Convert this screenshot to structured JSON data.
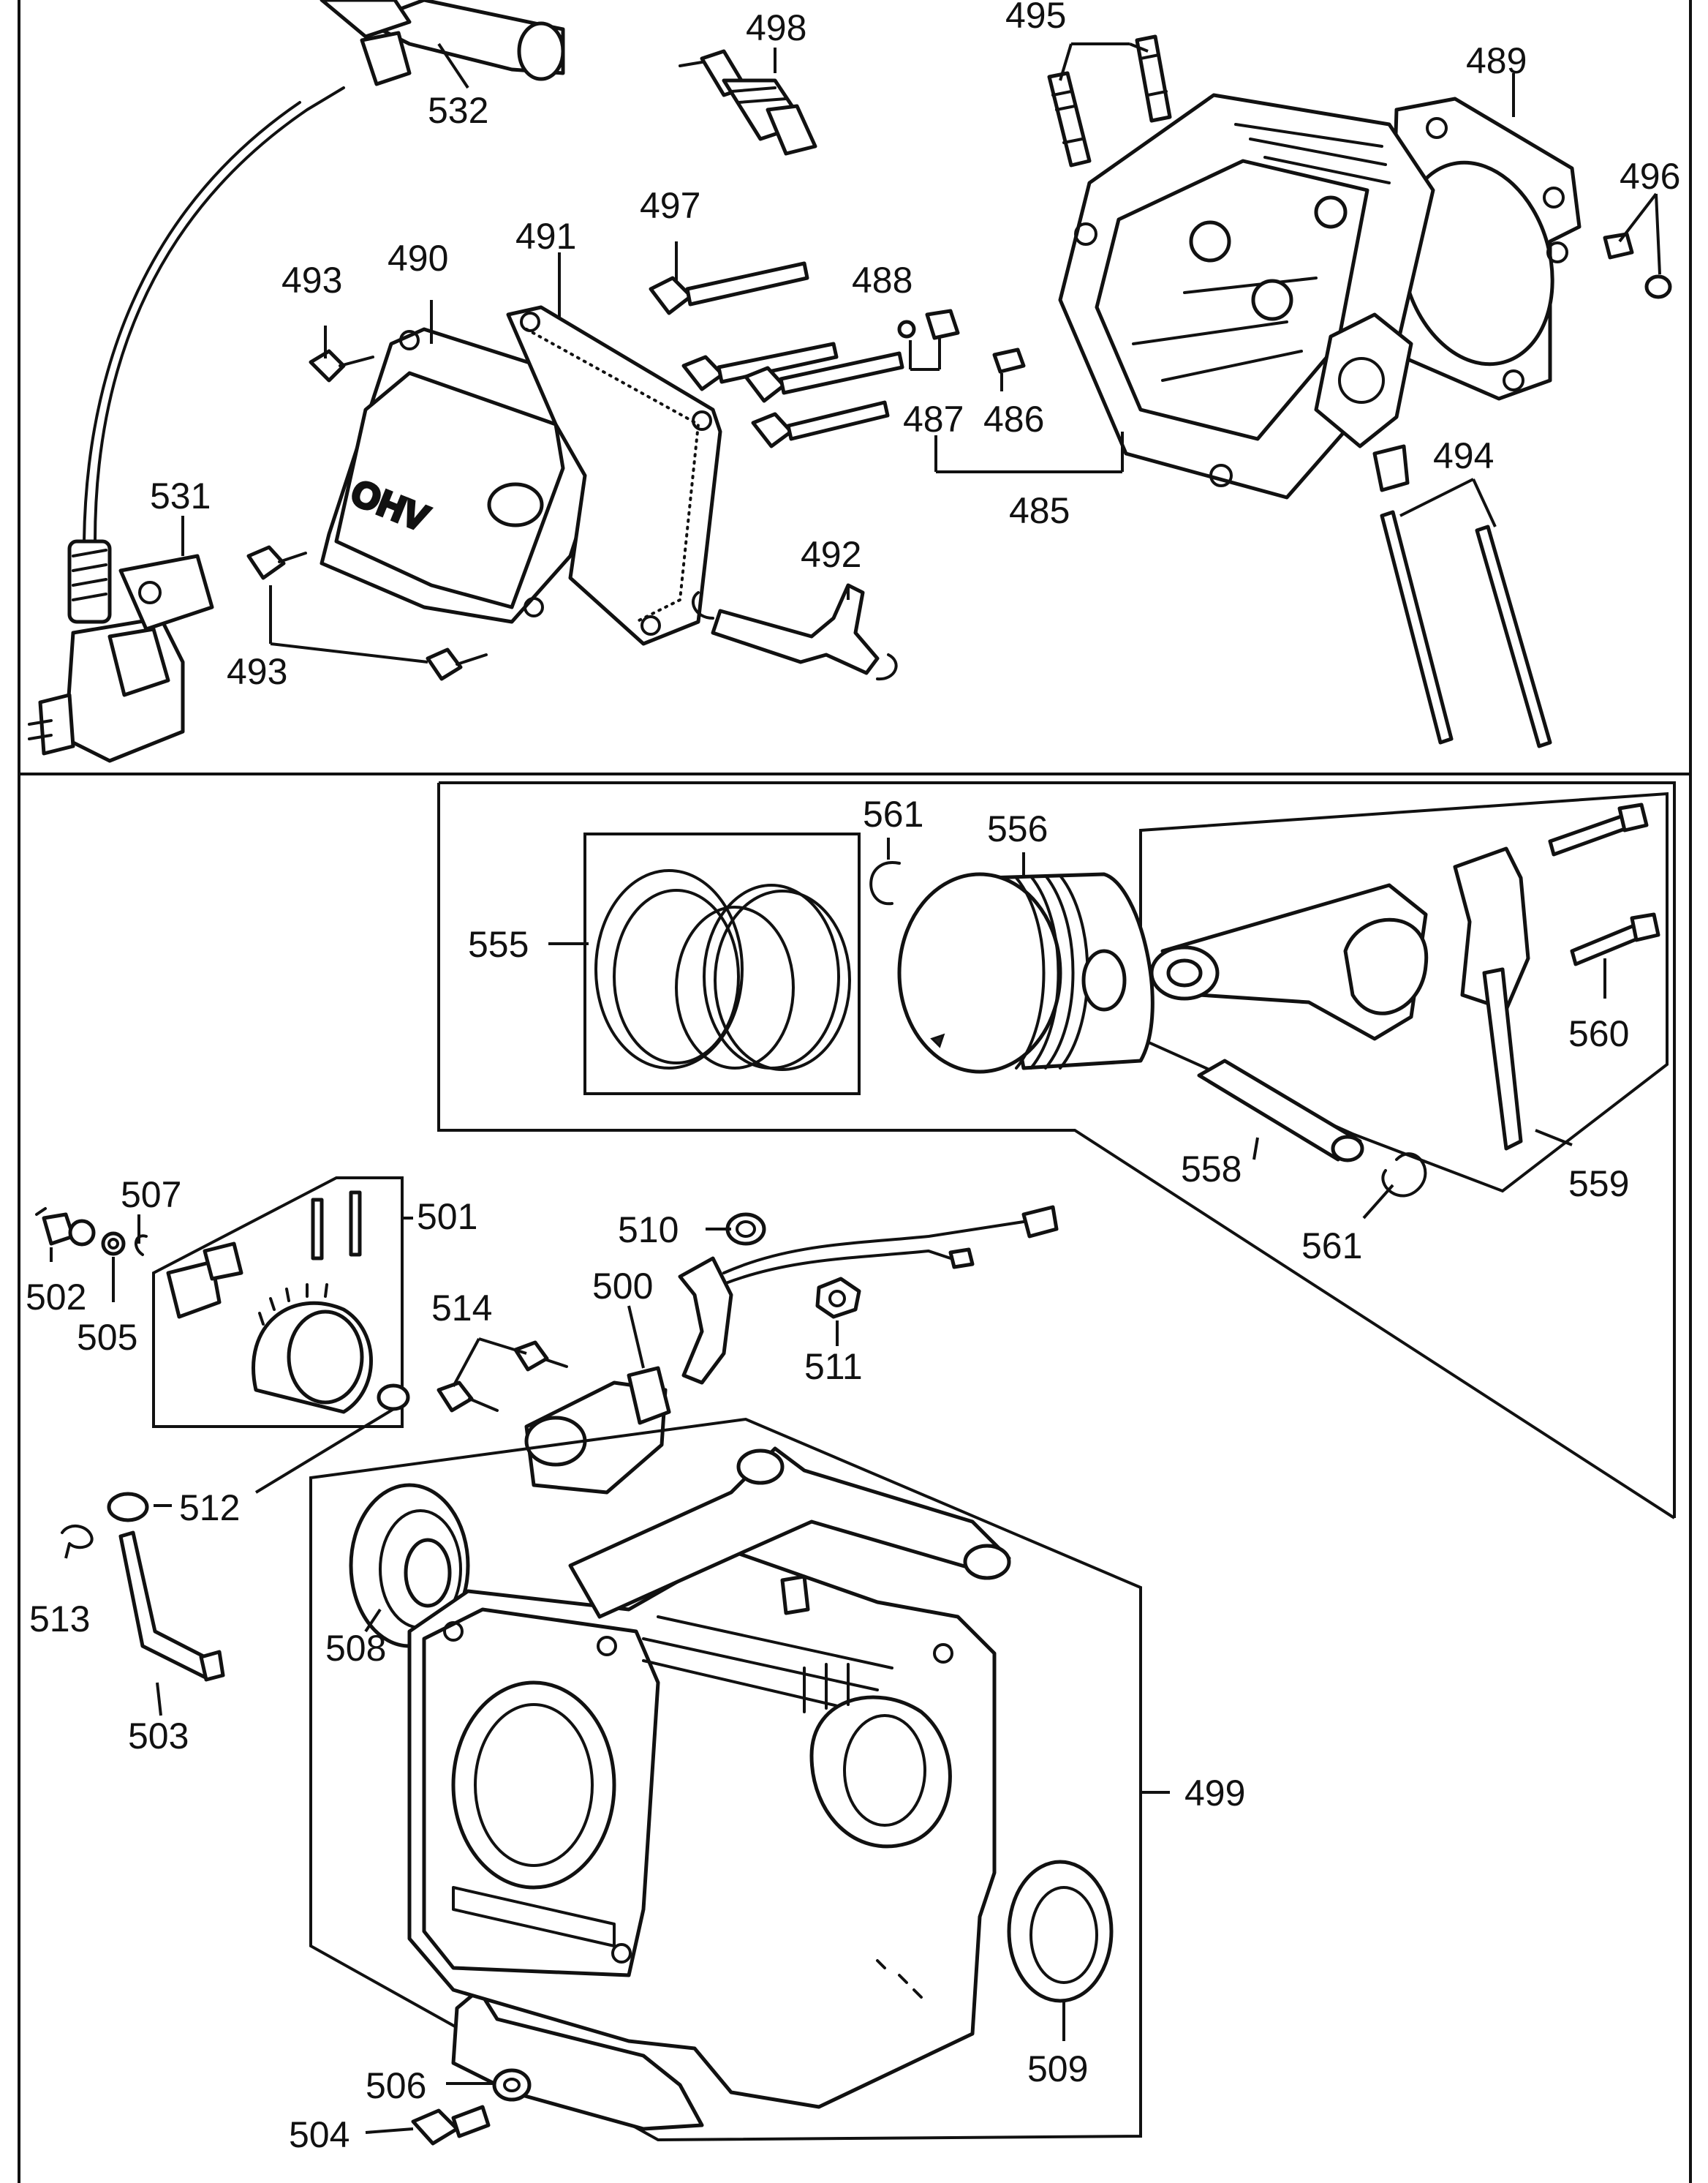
{
  "callouts": {
    "c531": "531",
    "c532": "532",
    "c498": "498",
    "c495": "495",
    "c489": "489",
    "c496": "496",
    "c497": "497",
    "c490": "490",
    "c491": "491",
    "c493a": "493",
    "c493b": "493",
    "c488": "488",
    "c487": "487",
    "c486": "486",
    "c485": "485",
    "c492": "492",
    "c494": "494",
    "c555": "555",
    "c561a": "561",
    "c556": "556",
    "c560": "560",
    "c558": "558",
    "c561b": "561",
    "c559": "559",
    "c507": "507",
    "c501": "501",
    "c502": "502",
    "c505": "505",
    "c510": "510",
    "c500": "500",
    "c514": "514",
    "c511": "511",
    "c512": "512",
    "c513": "513",
    "c508": "508",
    "c503": "503",
    "c499": "499",
    "c506": "506",
    "c504": "504",
    "c509": "509"
  },
  "ohv_text": "OHV"
}
